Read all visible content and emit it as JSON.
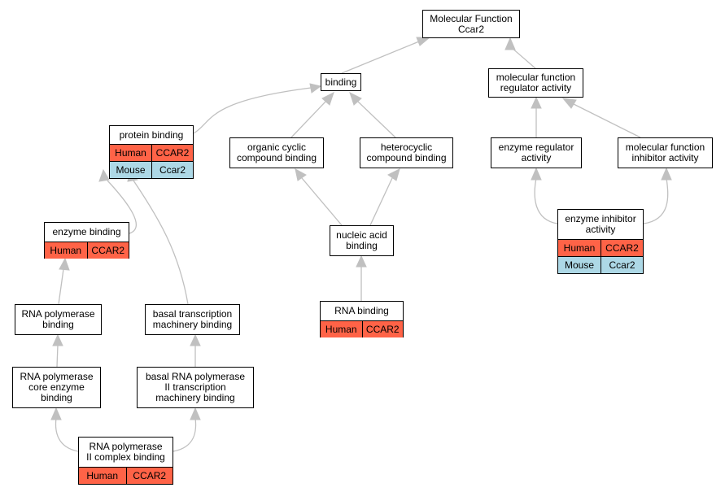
{
  "colors": {
    "human": "#ff6347",
    "mouse": "#add8e6",
    "edge": "#c0c0c0"
  },
  "nodes": {
    "molecular_function": {
      "label": "Molecular Function\nCcar2"
    },
    "binding": {
      "label": "binding"
    },
    "mf_regulator_activity": {
      "label": "molecular function\nregulator activity"
    },
    "protein_binding": {
      "label": "protein binding",
      "rows": [
        {
          "species": "Human",
          "gene": "CCAR2"
        },
        {
          "species": "Mouse",
          "gene": "Ccar2"
        }
      ]
    },
    "organic_cyclic": {
      "label": "organic cyclic\ncompound binding"
    },
    "heterocyclic": {
      "label": "heterocyclic\ncompound binding"
    },
    "enzyme_regulator": {
      "label": "enzyme regulator\nactivity"
    },
    "mf_inhibitor": {
      "label": "molecular function\ninhibitor activity"
    },
    "enzyme_binding": {
      "label": "enzyme binding",
      "rows": [
        {
          "species": "Human",
          "gene": "CCAR2"
        }
      ]
    },
    "nucleic_acid": {
      "label": "nucleic acid\nbinding"
    },
    "enzyme_inhibitor": {
      "label": "enzyme inhibitor\nactivity",
      "rows": [
        {
          "species": "Human",
          "gene": "CCAR2"
        },
        {
          "species": "Mouse",
          "gene": "Ccar2"
        }
      ]
    },
    "rna_pol_binding": {
      "label": "RNA polymerase\nbinding"
    },
    "basal_transcription": {
      "label": "basal transcription\nmachinery binding"
    },
    "rna_binding": {
      "label": "RNA binding",
      "rows": [
        {
          "species": "Human",
          "gene": "CCAR2"
        }
      ]
    },
    "rna_pol_core": {
      "label": "RNA polymerase\ncore enzyme\nbinding"
    },
    "basal_rna_pol_ii": {
      "label": "basal RNA polymerase\nII transcription\nmachinery binding"
    },
    "rna_pol_ii_complex": {
      "label": "RNA polymerase\nII complex binding",
      "rows": [
        {
          "species": "Human",
          "gene": "CCAR2"
        }
      ]
    }
  },
  "edges": [
    {
      "from": "binding",
      "to": "molecular_function"
    },
    {
      "from": "mf_regulator_activity",
      "to": "molecular_function"
    },
    {
      "from": "protein_binding",
      "to": "binding"
    },
    {
      "from": "organic_cyclic",
      "to": "binding"
    },
    {
      "from": "heterocyclic",
      "to": "binding"
    },
    {
      "from": "enzyme_regulator",
      "to": "mf_regulator_activity"
    },
    {
      "from": "mf_inhibitor",
      "to": "mf_regulator_activity"
    },
    {
      "from": "enzyme_binding",
      "to": "protein_binding"
    },
    {
      "from": "basal_transcription",
      "to": "protein_binding"
    },
    {
      "from": "nucleic_acid",
      "to": "organic_cyclic"
    },
    {
      "from": "nucleic_acid",
      "to": "heterocyclic"
    },
    {
      "from": "enzyme_inhibitor",
      "to": "enzyme_regulator"
    },
    {
      "from": "enzyme_inhibitor",
      "to": "mf_inhibitor"
    },
    {
      "from": "rna_pol_binding",
      "to": "enzyme_binding"
    },
    {
      "from": "rna_binding",
      "to": "nucleic_acid"
    },
    {
      "from": "rna_pol_core",
      "to": "rna_pol_binding"
    },
    {
      "from": "basal_rna_pol_ii",
      "to": "basal_transcription"
    },
    {
      "from": "rna_pol_ii_complex",
      "to": "rna_pol_core"
    },
    {
      "from": "rna_pol_ii_complex",
      "to": "basal_rna_pol_ii"
    }
  ]
}
